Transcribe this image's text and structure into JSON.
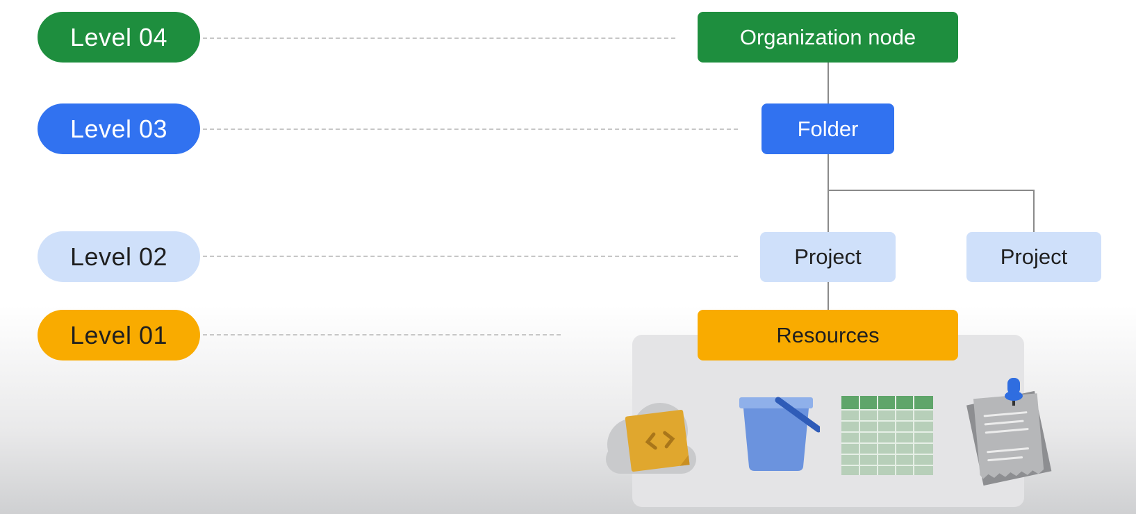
{
  "levels": [
    {
      "label": "Level 04",
      "color": "#1e8e3e",
      "text_color": "#ffffff"
    },
    {
      "label": "Level 03",
      "color": "#3172f0",
      "text_color": "#ffffff"
    },
    {
      "label": "Level 02",
      "color": "#cfe0fa",
      "text_color": "#1f1f1f"
    },
    {
      "label": "Level 01",
      "color": "#f9ab00",
      "text_color": "#1f1f1f"
    }
  ],
  "nodes": {
    "organization": {
      "label": "Organization node",
      "color": "#1e8e3e"
    },
    "folder": {
      "label": "Folder",
      "color": "#3172f0"
    },
    "project_left": {
      "label": "Project",
      "color": "#cfe0fa"
    },
    "project_right": {
      "label": "Project",
      "color": "#cfe0fa"
    },
    "resources": {
      "label": "Resources",
      "color": "#f9ab00"
    }
  },
  "resource_icons": [
    "cloud-code-icon",
    "storage-bucket-icon",
    "spreadsheet-table-icon",
    "pinned-documents-icon"
  ]
}
